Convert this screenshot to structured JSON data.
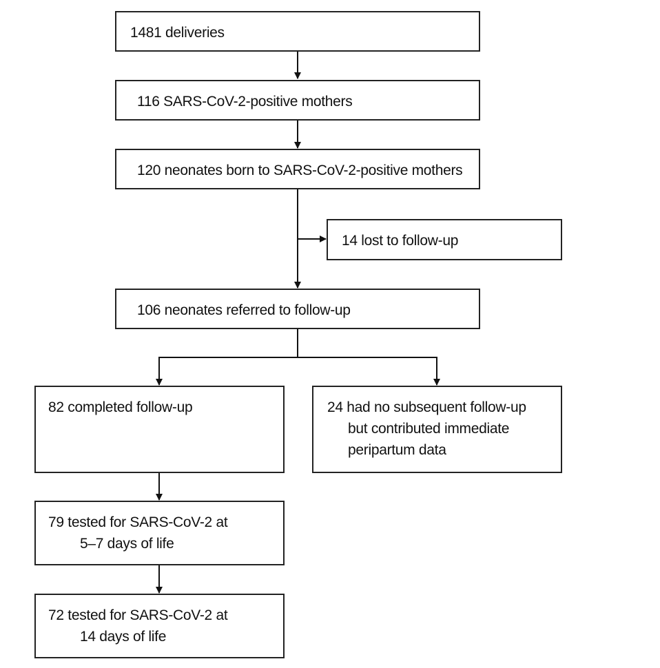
{
  "flowchart": {
    "deliveries": {
      "line1": "1481 deliveries"
    },
    "positive_mothers": {
      "line1": "116 SARS-CoV-2-positive mothers"
    },
    "neonates_born": {
      "line1": "120 neonates born to SARS-CoV-2-positive mothers"
    },
    "lost_follow_up": {
      "line1": "14 lost to follow-up"
    },
    "referred": {
      "line1": "106 neonates referred to follow-up"
    },
    "completed": {
      "line1": "82 completed follow-up"
    },
    "no_followup": {
      "line1": "24 had no subsequent follow-up",
      "line2": "but contributed immediate",
      "line3": "peripartum data"
    },
    "tested_5_7": {
      "line1": "79 tested for SARS-CoV-2 at",
      "line2": "5–7 days of life"
    },
    "tested_14": {
      "line1": "72 tested for SARS-CoV-2 at",
      "line2": "14 days of life"
    }
  }
}
